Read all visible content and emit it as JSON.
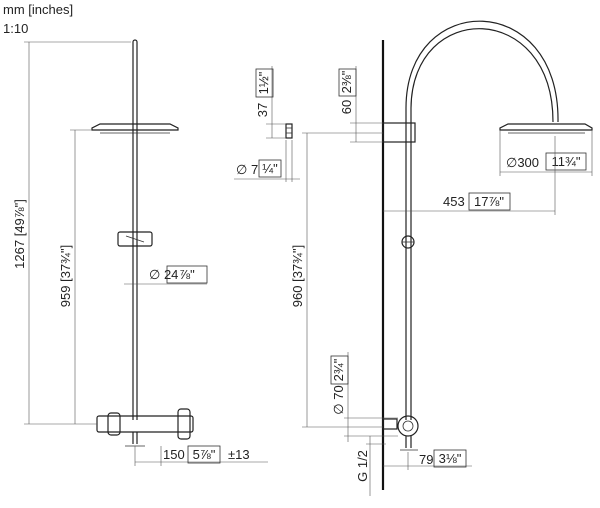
{
  "header": {
    "units": "mm [inches]",
    "scale": "1:10"
  },
  "dims": {
    "total_height": {
      "mm": "1267",
      "inch": "49⅞\""
    },
    "head_height": {
      "mm": "959",
      "inch": "37¾\""
    },
    "pipe_diameter": {
      "sym": "∅",
      "mm": "24",
      "inch": "⅞\""
    },
    "mixer_width": {
      "mm": "150",
      "inch": "5⅞\"",
      "tol": "±13"
    },
    "bracket_height": {
      "mm": "37",
      "inch": "1½\""
    },
    "bracket_diameter": {
      "sym": "∅",
      "mm": "7",
      "inch": "¼\""
    },
    "arm_drop": {
      "mm": "60",
      "inch": "2⅜\""
    },
    "head_diameter": {
      "sym": "∅",
      "mm": "300",
      "inch": "11¾\""
    },
    "arm_reach": {
      "mm": "453",
      "inch": "17⅞\""
    },
    "side_height": {
      "mm": "960",
      "inch": "37¾\""
    },
    "connection_diameter": {
      "sym": "∅",
      "mm": "70",
      "inch": "2¾\""
    },
    "thread": "G 1/2",
    "wall_offset": {
      "mm": "79",
      "inch": "3⅛\""
    }
  }
}
